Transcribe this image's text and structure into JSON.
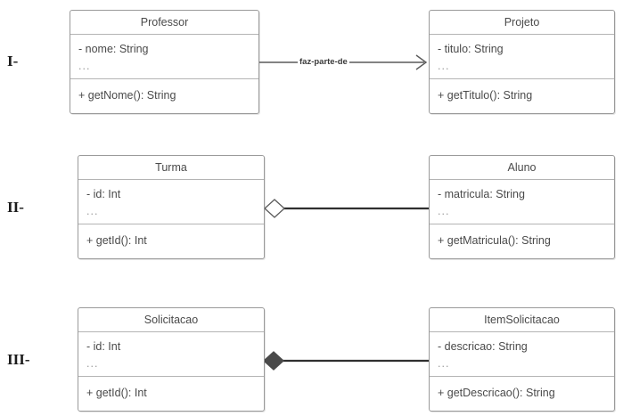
{
  "diagram": {
    "type": "uml-class-diagram",
    "background_color": "#ffffff",
    "box_border_color": "#9a9a9a",
    "text_color": "#4a4a4a",
    "connector_color": "#3f3f3f",
    "rows": [
      {
        "label": "I-",
        "relationship": {
          "kind": "directed-association",
          "label": "faz-parte-de",
          "source_marker": "none",
          "target_marker": "open-arrow",
          "from": "Professor",
          "to": "Projeto"
        },
        "left_class": {
          "name": "Professor",
          "attributes": [
            "- nome: String",
            "..."
          ],
          "operations": [
            "+ getNome(): String"
          ]
        },
        "right_class": {
          "name": "Projeto",
          "attributes": [
            "- titulo: String",
            "..."
          ],
          "operations": [
            "+ getTitulo(): String"
          ]
        }
      },
      {
        "label": "II-",
        "relationship": {
          "kind": "aggregation",
          "label": "",
          "source_marker": "hollow-diamond",
          "target_marker": "none",
          "from": "Turma",
          "to": "Aluno"
        },
        "left_class": {
          "name": "Turma",
          "attributes": [
            "- id: Int",
            "..."
          ],
          "operations": [
            "+ getId(): Int"
          ]
        },
        "right_class": {
          "name": "Aluno",
          "attributes": [
            "- matricula: String",
            "..."
          ],
          "operations": [
            "+ getMatricula(): String"
          ]
        }
      },
      {
        "label": "III-",
        "relationship": {
          "kind": "composition",
          "label": "",
          "source_marker": "filled-diamond",
          "target_marker": "none",
          "from": "Solicitacao",
          "to": "ItemSolicitacao"
        },
        "left_class": {
          "name": "Solicitacao",
          "attributes": [
            "- id: Int",
            "..."
          ],
          "operations": [
            "+ getId(): Int"
          ]
        },
        "right_class": {
          "name": "ItemSolicitacao",
          "attributes": [
            "- descricao: String",
            "..."
          ],
          "operations": [
            "+ getDescricao(): String"
          ]
        }
      }
    ]
  }
}
